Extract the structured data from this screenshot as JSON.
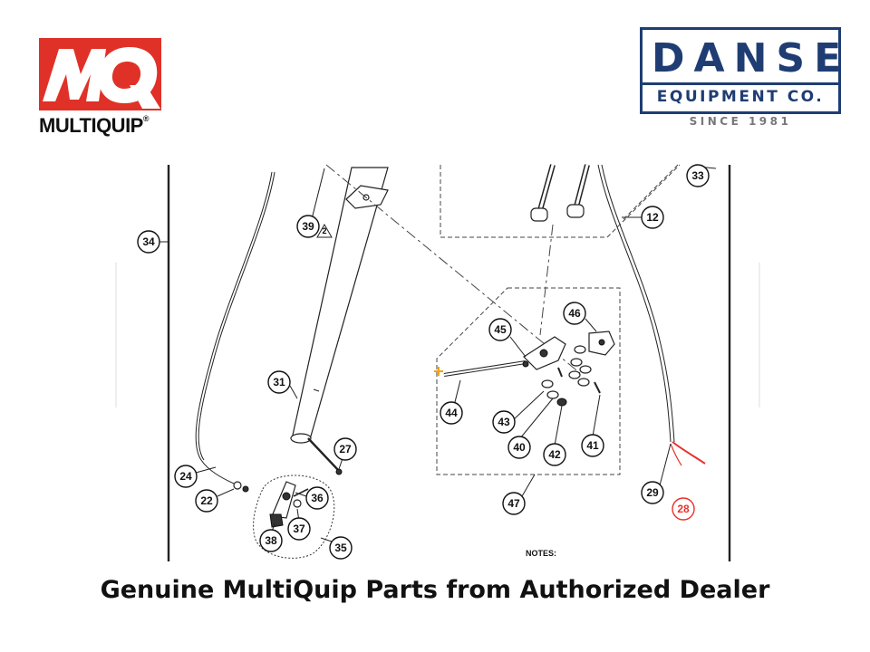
{
  "logos": {
    "mq_letters": "MQ",
    "mq_wordmark": "MULTIQUIP",
    "mq_registered": "®",
    "danse_name": "DANSE",
    "danse_sub": "EQUIPMENT CO.",
    "danse_since": "SINCE 1981",
    "brand_red": "#e03128",
    "brand_navy": "#1f3d73"
  },
  "diagram": {
    "callouts": [
      {
        "label": "33"
      },
      {
        "label": "34"
      },
      {
        "label": "39"
      },
      {
        "label": "2"
      },
      {
        "label": "12"
      },
      {
        "label": "45"
      },
      {
        "label": "46"
      },
      {
        "label": "31"
      },
      {
        "label": "44"
      },
      {
        "label": "43"
      },
      {
        "label": "41"
      },
      {
        "label": "40"
      },
      {
        "label": "42"
      },
      {
        "label": "27"
      },
      {
        "label": "24"
      },
      {
        "label": "22"
      },
      {
        "label": "36"
      },
      {
        "label": "37"
      },
      {
        "label": "38"
      },
      {
        "label": "35"
      },
      {
        "label": "47"
      },
      {
        "label": "29"
      },
      {
        "label": "28"
      }
    ],
    "highlight_color": "#e8322c",
    "notes_label": "NOTES:"
  },
  "caption": "Genuine MultiQuip Parts from Authorized Dealer"
}
